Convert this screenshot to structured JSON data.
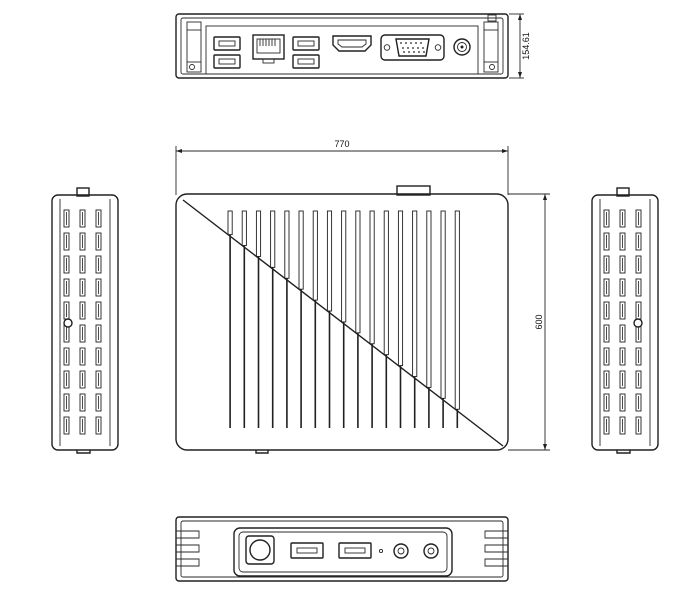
{
  "dimensions": {
    "height_top_view": "154.61",
    "width_main_view": "770",
    "depth_main_view": "600"
  },
  "colors": {
    "line": "#202020",
    "background": "#ffffff"
  }
}
